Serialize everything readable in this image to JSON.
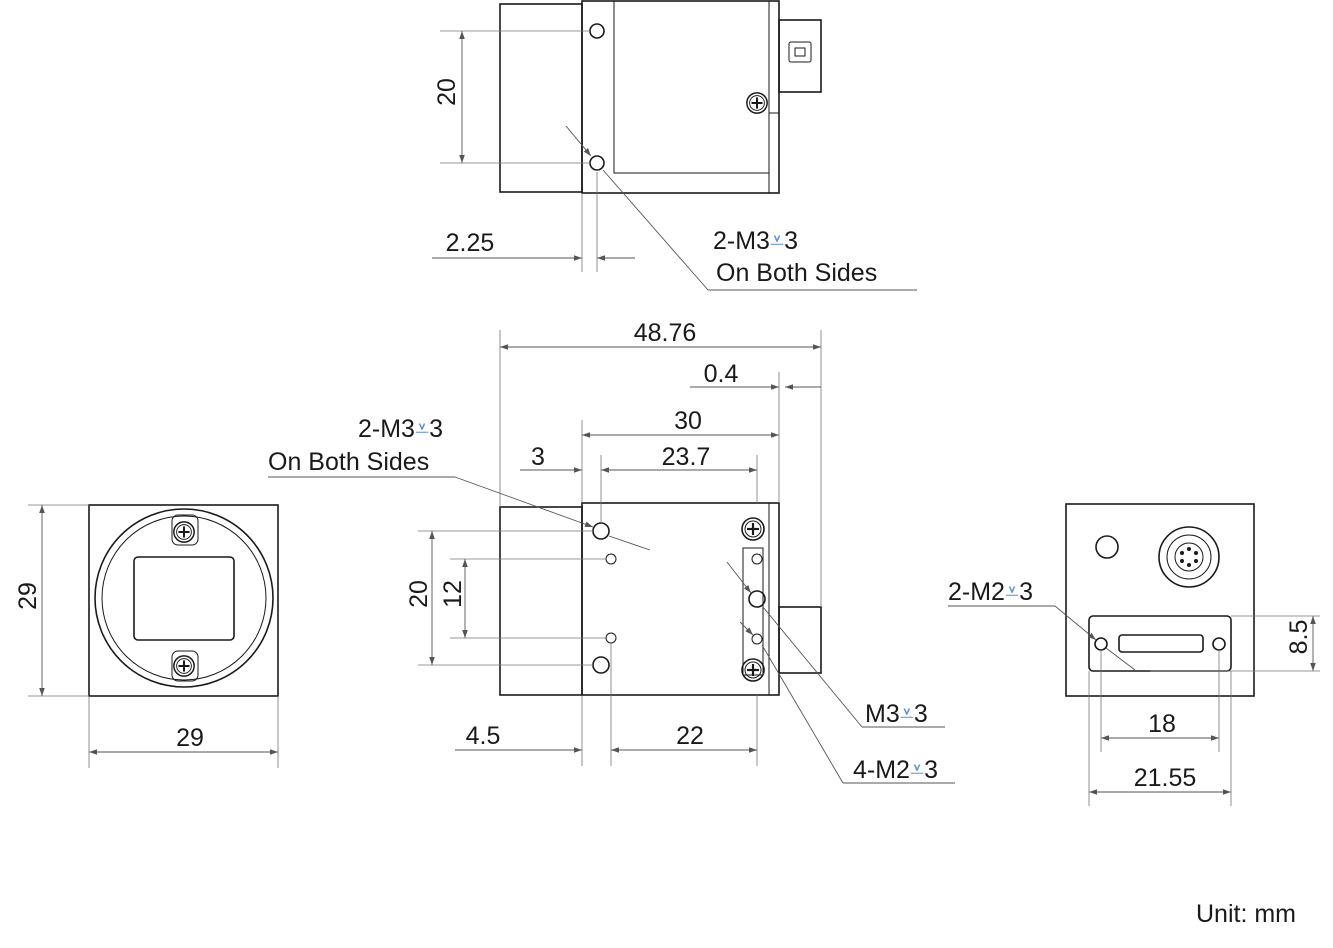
{
  "top_view": {
    "dim_height": "20",
    "dim_offset": "2.25",
    "hole_callout_line1": "2-M3",
    "hole_callout_depth": "3",
    "hole_callout_line2": "On Both Sides"
  },
  "side_view": {
    "dim_overall_length": "48.76",
    "dim_flange_gap": "0.4",
    "dim_body_30": "30",
    "dim_3": "3",
    "dim_23_7": "23.7",
    "dim_20": "20",
    "dim_12": "12",
    "dim_4_5": "4.5",
    "dim_22": "22",
    "hole_callout_line1": "2-M3",
    "hole_callout_depth": "3",
    "hole_callout_line2": "On Both Sides",
    "m3_callout": "M3",
    "m3_callout_depth": "3",
    "m2_callout": "4-M2",
    "m2_callout_depth": "3"
  },
  "front_view": {
    "dim_height": "29",
    "dim_width": "29"
  },
  "rear_view": {
    "m2_callout": "2-M2",
    "m2_callout_depth": "3",
    "dim_8_5": "8.5",
    "dim_18": "18",
    "dim_21_55": "21.55"
  },
  "unit_label": "Unit: mm",
  "icons": {
    "depth_symbol": "depth-symbol-icon",
    "screw_head": "phillips-screw-icon"
  }
}
